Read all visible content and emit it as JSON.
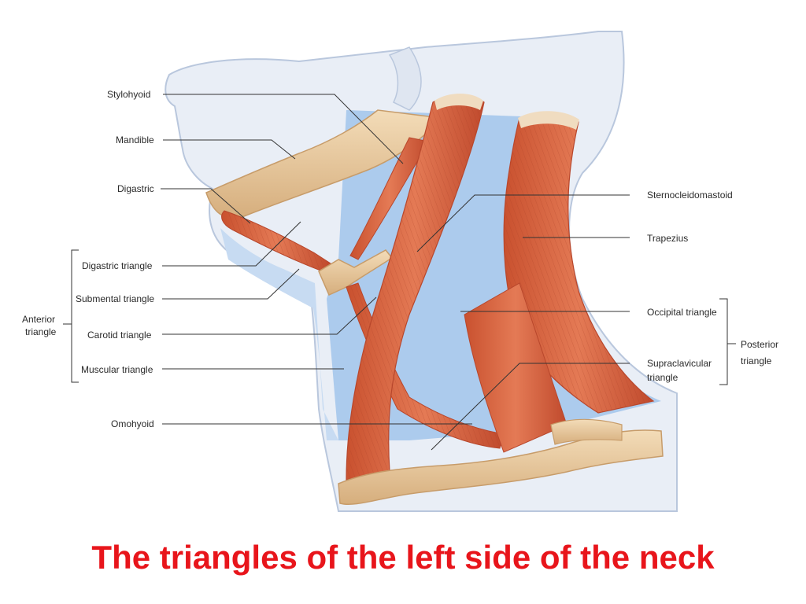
{
  "labels": {
    "stylohyoid": "Stylohyoid",
    "mandible": "Mandible",
    "digastric": "Digastric",
    "digastric_triangle": "Digastric triangle",
    "submental_triangle": "Submental triangle",
    "carotid_triangle": "Carotid triangle",
    "muscular_triangle": "Muscular triangle",
    "omohyoid": "Omohyoid",
    "sternocleidomastoid": "Sternocleidomastoid",
    "trapezius": "Trapezius",
    "occipital_triangle": "Occipital triangle",
    "supraclavicular_line1": "Supraclavicular",
    "supraclavicular_line2": "triangle"
  },
  "groups": {
    "anterior_line1": "Anterior",
    "anterior_line2": "triangle",
    "posterior_line1": "Posterior",
    "posterior_line2": "triangle"
  },
  "caption": "The triangles of the left side of the neck",
  "colors": {
    "skin": "#e9eef6",
    "skin_edge": "#b9c7dd",
    "triangle_fill": "#a9c8ec",
    "muscle": "#d8603f",
    "muscle_dark": "#b8472c",
    "bone": "#e9c9a0",
    "bone_dark": "#c79c6a",
    "caption": "#e8151b"
  }
}
